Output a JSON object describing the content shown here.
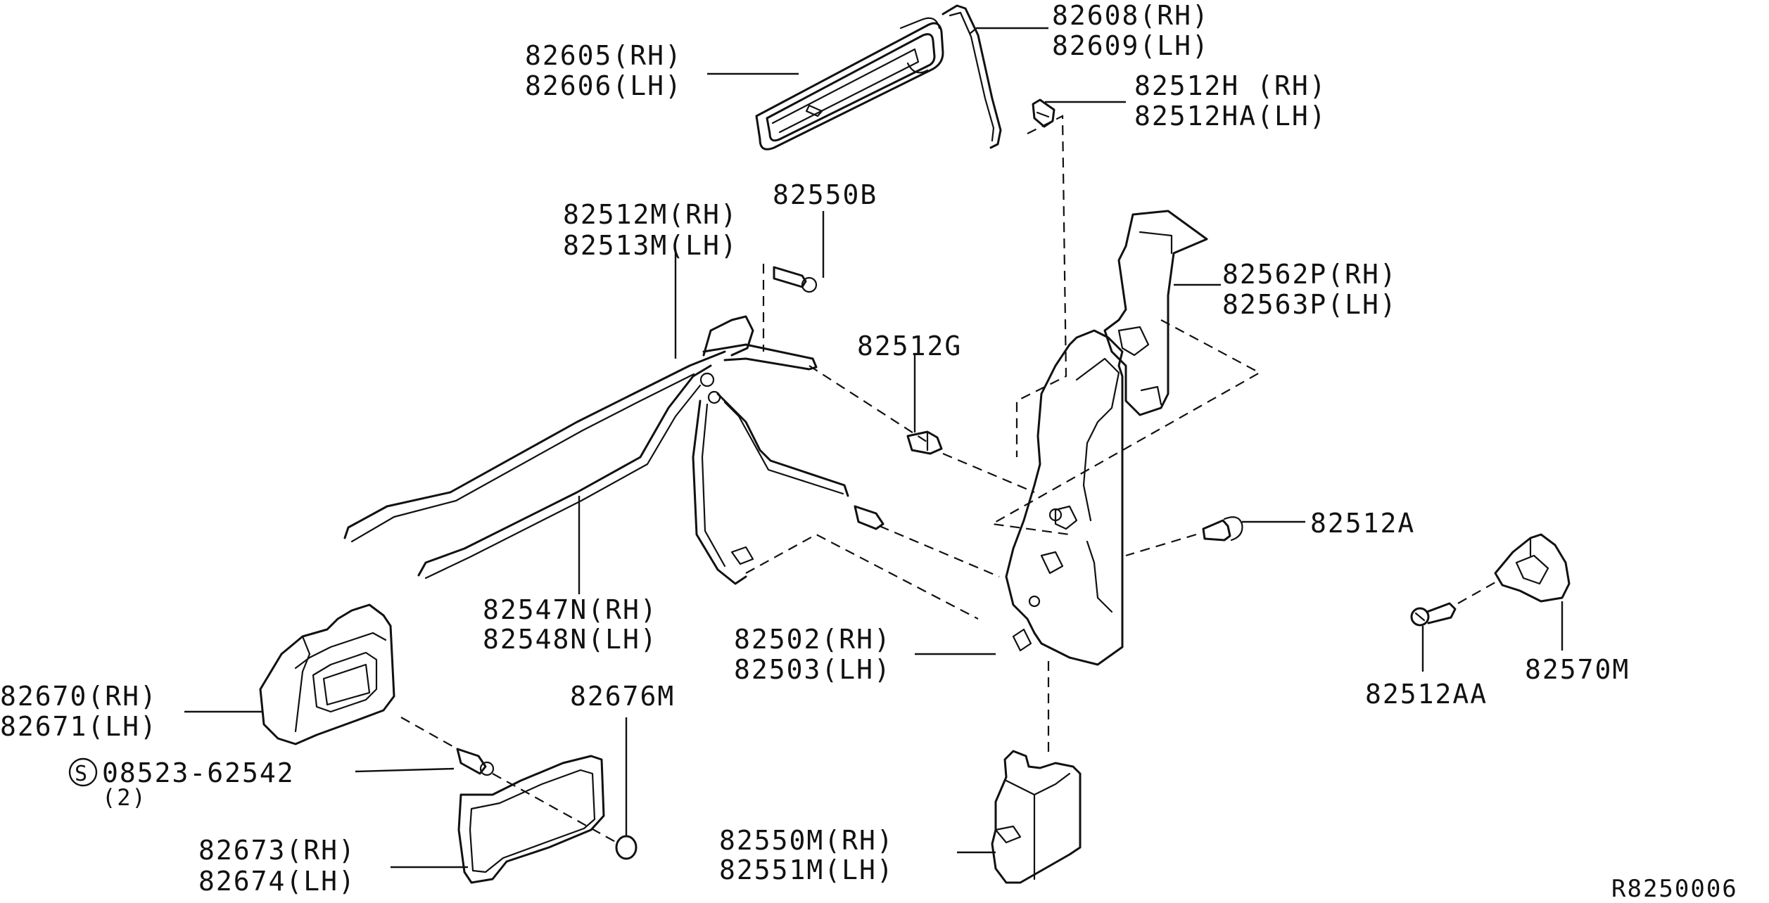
{
  "callouts": {
    "c82608": {
      "rh": "82608(RH)",
      "lh": "82609(LH)"
    },
    "c82605": {
      "rh": "82605(RH)",
      "lh": "82606(LH)"
    },
    "c82512h": {
      "rh": "82512H (RH)",
      "lh": "82512HA(LH)"
    },
    "c82550b": {
      "single": "82550B"
    },
    "c82512m": {
      "rh": "82512M(RH)",
      "lh": "82513M(LH)"
    },
    "c82562p": {
      "rh": "82562P(RH)",
      "lh": "82563P(LH)"
    },
    "c82512g": {
      "single": "82512G"
    },
    "c82512a": {
      "single": "82512A"
    },
    "c82547n": {
      "rh": "82547N(RH)",
      "lh": "82548N(LH)"
    },
    "c82502": {
      "rh": "82502(RH)",
      "lh": "82503(LH)"
    },
    "c82670": {
      "rh": "82670(RH)",
      "lh": "82671(LH)"
    },
    "c82676m": {
      "single": "82676M"
    },
    "c08523": {
      "number": "08523-62542",
      "symbol": "S",
      "qty": "(2)"
    },
    "c82673": {
      "rh": "82673(RH)",
      "lh": "82674(LH)"
    },
    "c82550m": {
      "rh": "82550M(RH)",
      "lh": "82551M(LH)"
    },
    "c82512aa": {
      "single": "82512AA"
    },
    "c82570m": {
      "single": "82570M"
    }
  },
  "diagram_code": "R8250006"
}
